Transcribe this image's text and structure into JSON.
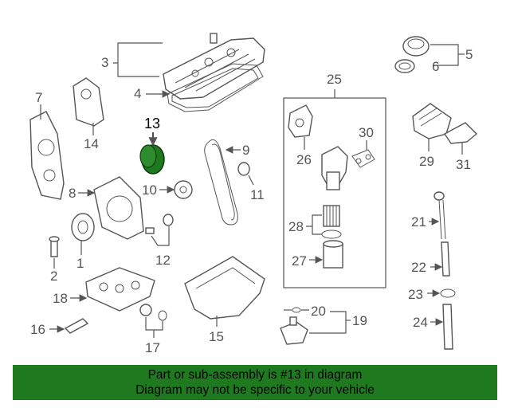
{
  "colors": {
    "highlight": "#1f7a1f",
    "banner_bg": "#1f7a1f",
    "line": "#555555"
  },
  "callouts": {
    "n1": "1",
    "n2": "2",
    "n3": "3",
    "n4": "4",
    "n5": "5",
    "n6": "6",
    "n7": "7",
    "n8": "8",
    "n9": "9",
    "n10": "10",
    "n11": "11",
    "n12": "12",
    "n13": "13",
    "n14": "14",
    "n15": "15",
    "n16": "16",
    "n17": "17",
    "n18": "18",
    "n19": "19",
    "n20": "20",
    "n21": "21",
    "n22": "22",
    "n23": "23",
    "n24": "24",
    "n25": "25",
    "n26": "26",
    "n27": "27",
    "n28": "28",
    "n29": "29",
    "n30": "30",
    "n31": "31"
  },
  "highlighted_part": "13",
  "banner": {
    "line1": "Part or sub-assembly is #13 in diagram",
    "line2": "Diagram may not be specific to your vehicle"
  }
}
